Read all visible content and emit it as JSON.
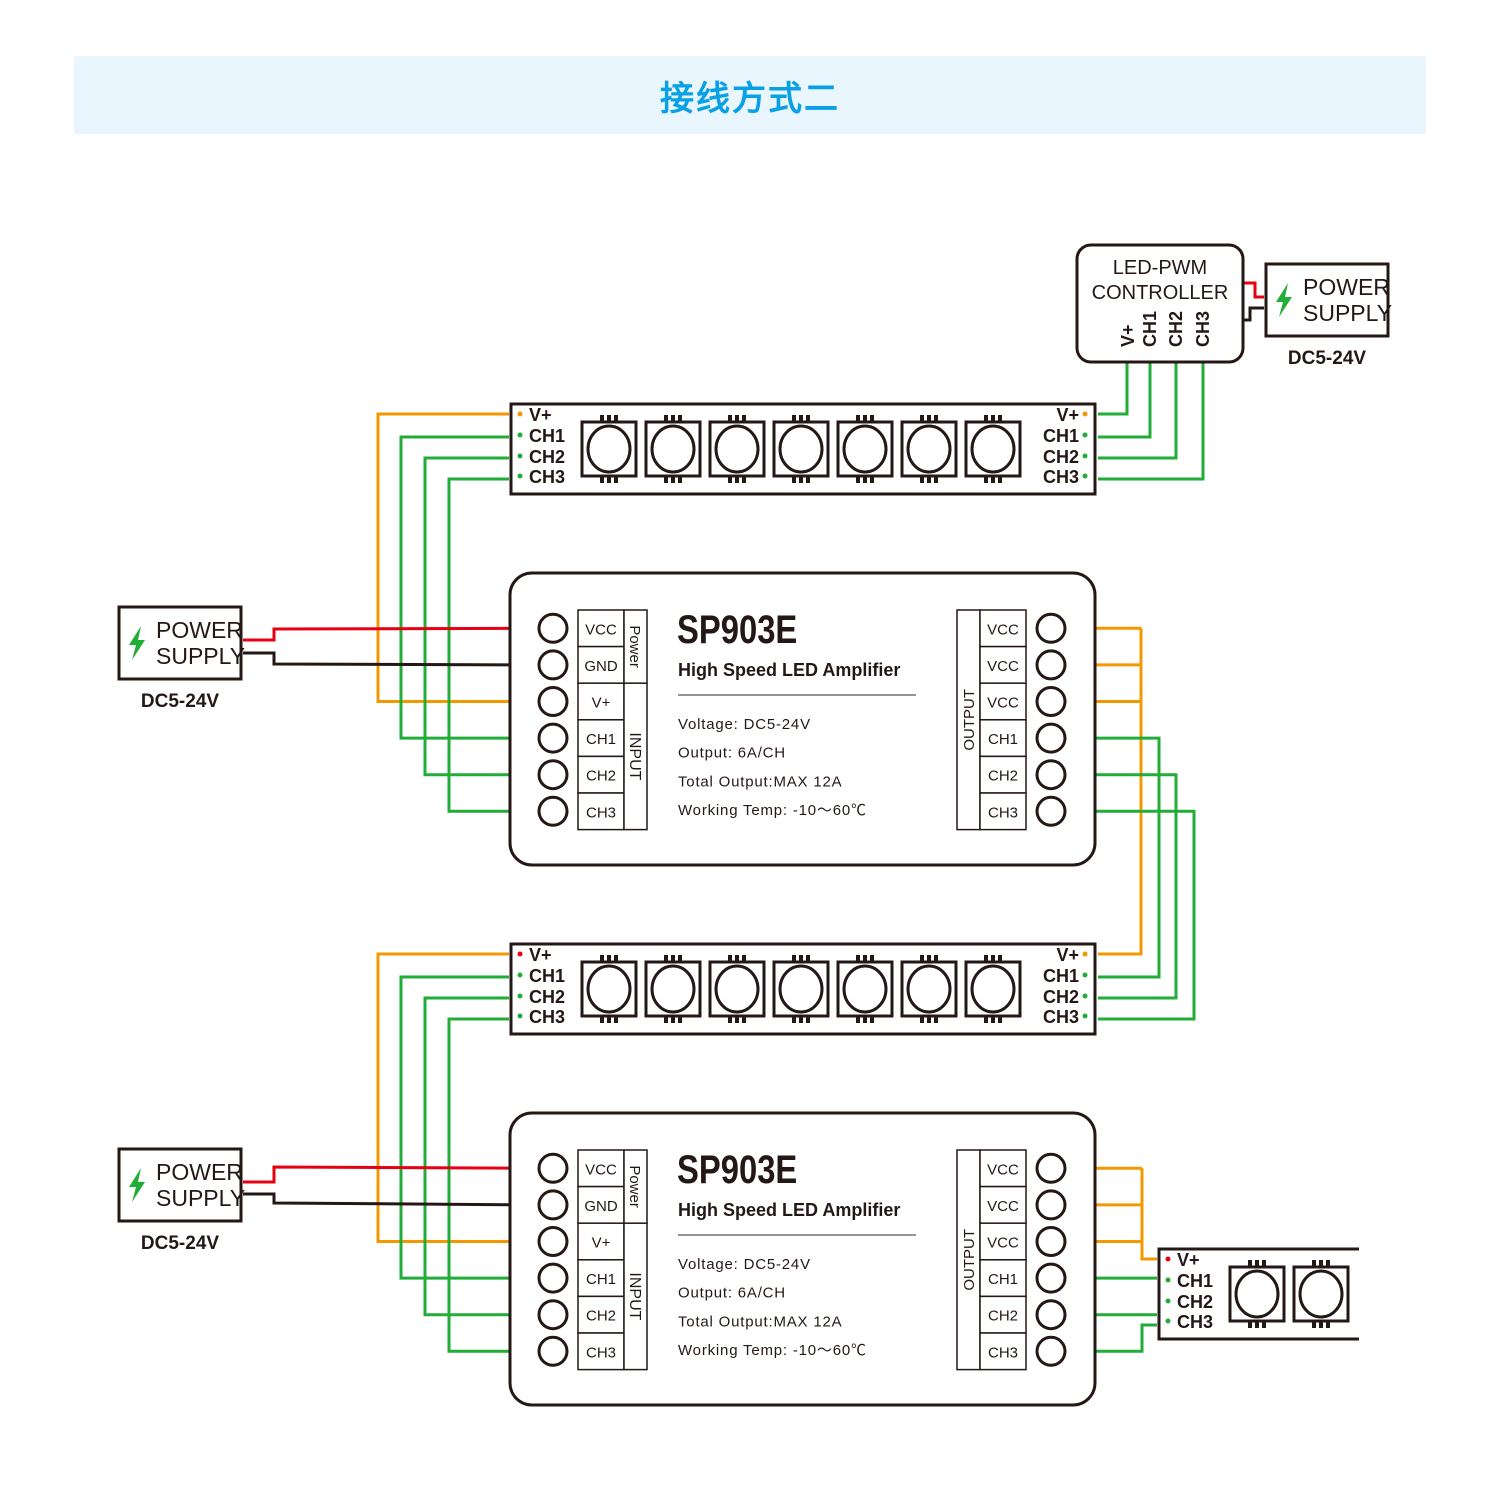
{
  "header": {
    "title": "接线方式二"
  },
  "colors": {
    "header_bg": "#eaf6fd",
    "header_text": "#0aa0e6",
    "wire_power_pos": "#e60012",
    "wire_ground": "#231815",
    "wire_vplus": "#f39800",
    "wire_channel": "#22ac38",
    "outline": "#231815"
  },
  "controller": {
    "line1": "LED-PWM",
    "line2": "CONTROLLER",
    "pins": [
      "V+",
      "CH1",
      "CH2",
      "CH3"
    ]
  },
  "power_supplies": [
    {
      "line1": "POWER",
      "line2": "SUPPLY",
      "rating": "DC5-24V"
    },
    {
      "line1": "POWER",
      "line2": "SUPPLY",
      "rating": "DC5-24V"
    },
    {
      "line1": "POWER",
      "line2": "SUPPLY",
      "rating": "DC5-24V"
    }
  ],
  "led_strips": [
    {
      "pins": [
        "V+",
        "CH1",
        "CH2",
        "CH3"
      ],
      "led_count": 7
    },
    {
      "pins": [
        "V+",
        "CH1",
        "CH2",
        "CH3"
      ],
      "led_count": 7
    },
    {
      "pins": [
        "V+",
        "CH1",
        "CH2",
        "CH3"
      ],
      "led_count": 2
    }
  ],
  "amplifiers": [
    {
      "model": "SP903E",
      "subtitle": "High Speed LED Amplifier",
      "specs": [
        "Voltage: DC5-24V",
        "Output: 6A/CH",
        "Total Output:MAX 12A",
        "Working Temp: -10～60℃"
      ],
      "input_terminals": [
        "VCC",
        "GND",
        "V+",
        "CH1",
        "CH2",
        "CH3"
      ],
      "power_group_label": "Power",
      "input_group_label": "INPUT",
      "output_terminals": [
        "VCC",
        "VCC",
        "VCC",
        "CH1",
        "CH2",
        "CH3"
      ],
      "output_group_label": "OUTPUT"
    },
    {
      "model": "SP903E",
      "subtitle": "High Speed LED Amplifier",
      "specs": [
        "Voltage: DC5-24V",
        "Output: 6A/CH",
        "Total Output:MAX 12A",
        "Working Temp: -10～60℃"
      ],
      "input_terminals": [
        "VCC",
        "GND",
        "V+",
        "CH1",
        "CH2",
        "CH3"
      ],
      "power_group_label": "Power",
      "input_group_label": "INPUT",
      "output_terminals": [
        "VCC",
        "VCC",
        "VCC",
        "CH1",
        "CH2",
        "CH3"
      ],
      "output_group_label": "OUTPUT"
    }
  ]
}
